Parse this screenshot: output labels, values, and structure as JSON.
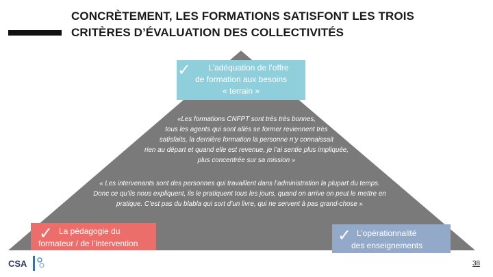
{
  "slide": {
    "title_line1": "CONCRÈTEMENT, LES FORMATIONS SATISFONT LES TROIS",
    "title_line2": "CRITÈRES D’ÉVALUATION DES COLLECTIVITÉS",
    "page_number": "38"
  },
  "criteria": {
    "top": {
      "line1": "L’adéquation de l’offre",
      "line2": "de formation aux besoins",
      "line3": "« terrain »"
    },
    "left": {
      "line1": "La pédagogie du",
      "line2": "formateur / de l’intervention"
    },
    "right": {
      "line1": "L’opérationnalité",
      "line2": "des enseignements"
    }
  },
  "quotes": {
    "first": [
      "«Les formations CNFPT sont très très bonnes,",
      "tous les agents qui sont allés se former reviennent très",
      "satisfaits, la dernière formation la personne n’y connaissait",
      "rien au départ et quand elle est revenue, je l’ai  sentie plus impliquée,",
      "plus concentrée sur sa mission »"
    ],
    "second": [
      "« Les intervenants sont des personnes qui travaillent dans l’administration la plupart du temps.",
      "Donc ce qu’ils nous expliquent, ils le pratiquent tous les  jours, quand on arrive on peut le mettre en",
      "pratique. C’est pas du blabla qui sort d’un livre, qui ne servent à pas grand-chose »"
    ]
  },
  "footer": {
    "logo_text": "CSA"
  },
  "colors": {
    "pyramid": "#7a7a7a",
    "top_box": "#8fcfdc",
    "left_box": "#ec6e6a",
    "right_box": "#93a9c9"
  }
}
